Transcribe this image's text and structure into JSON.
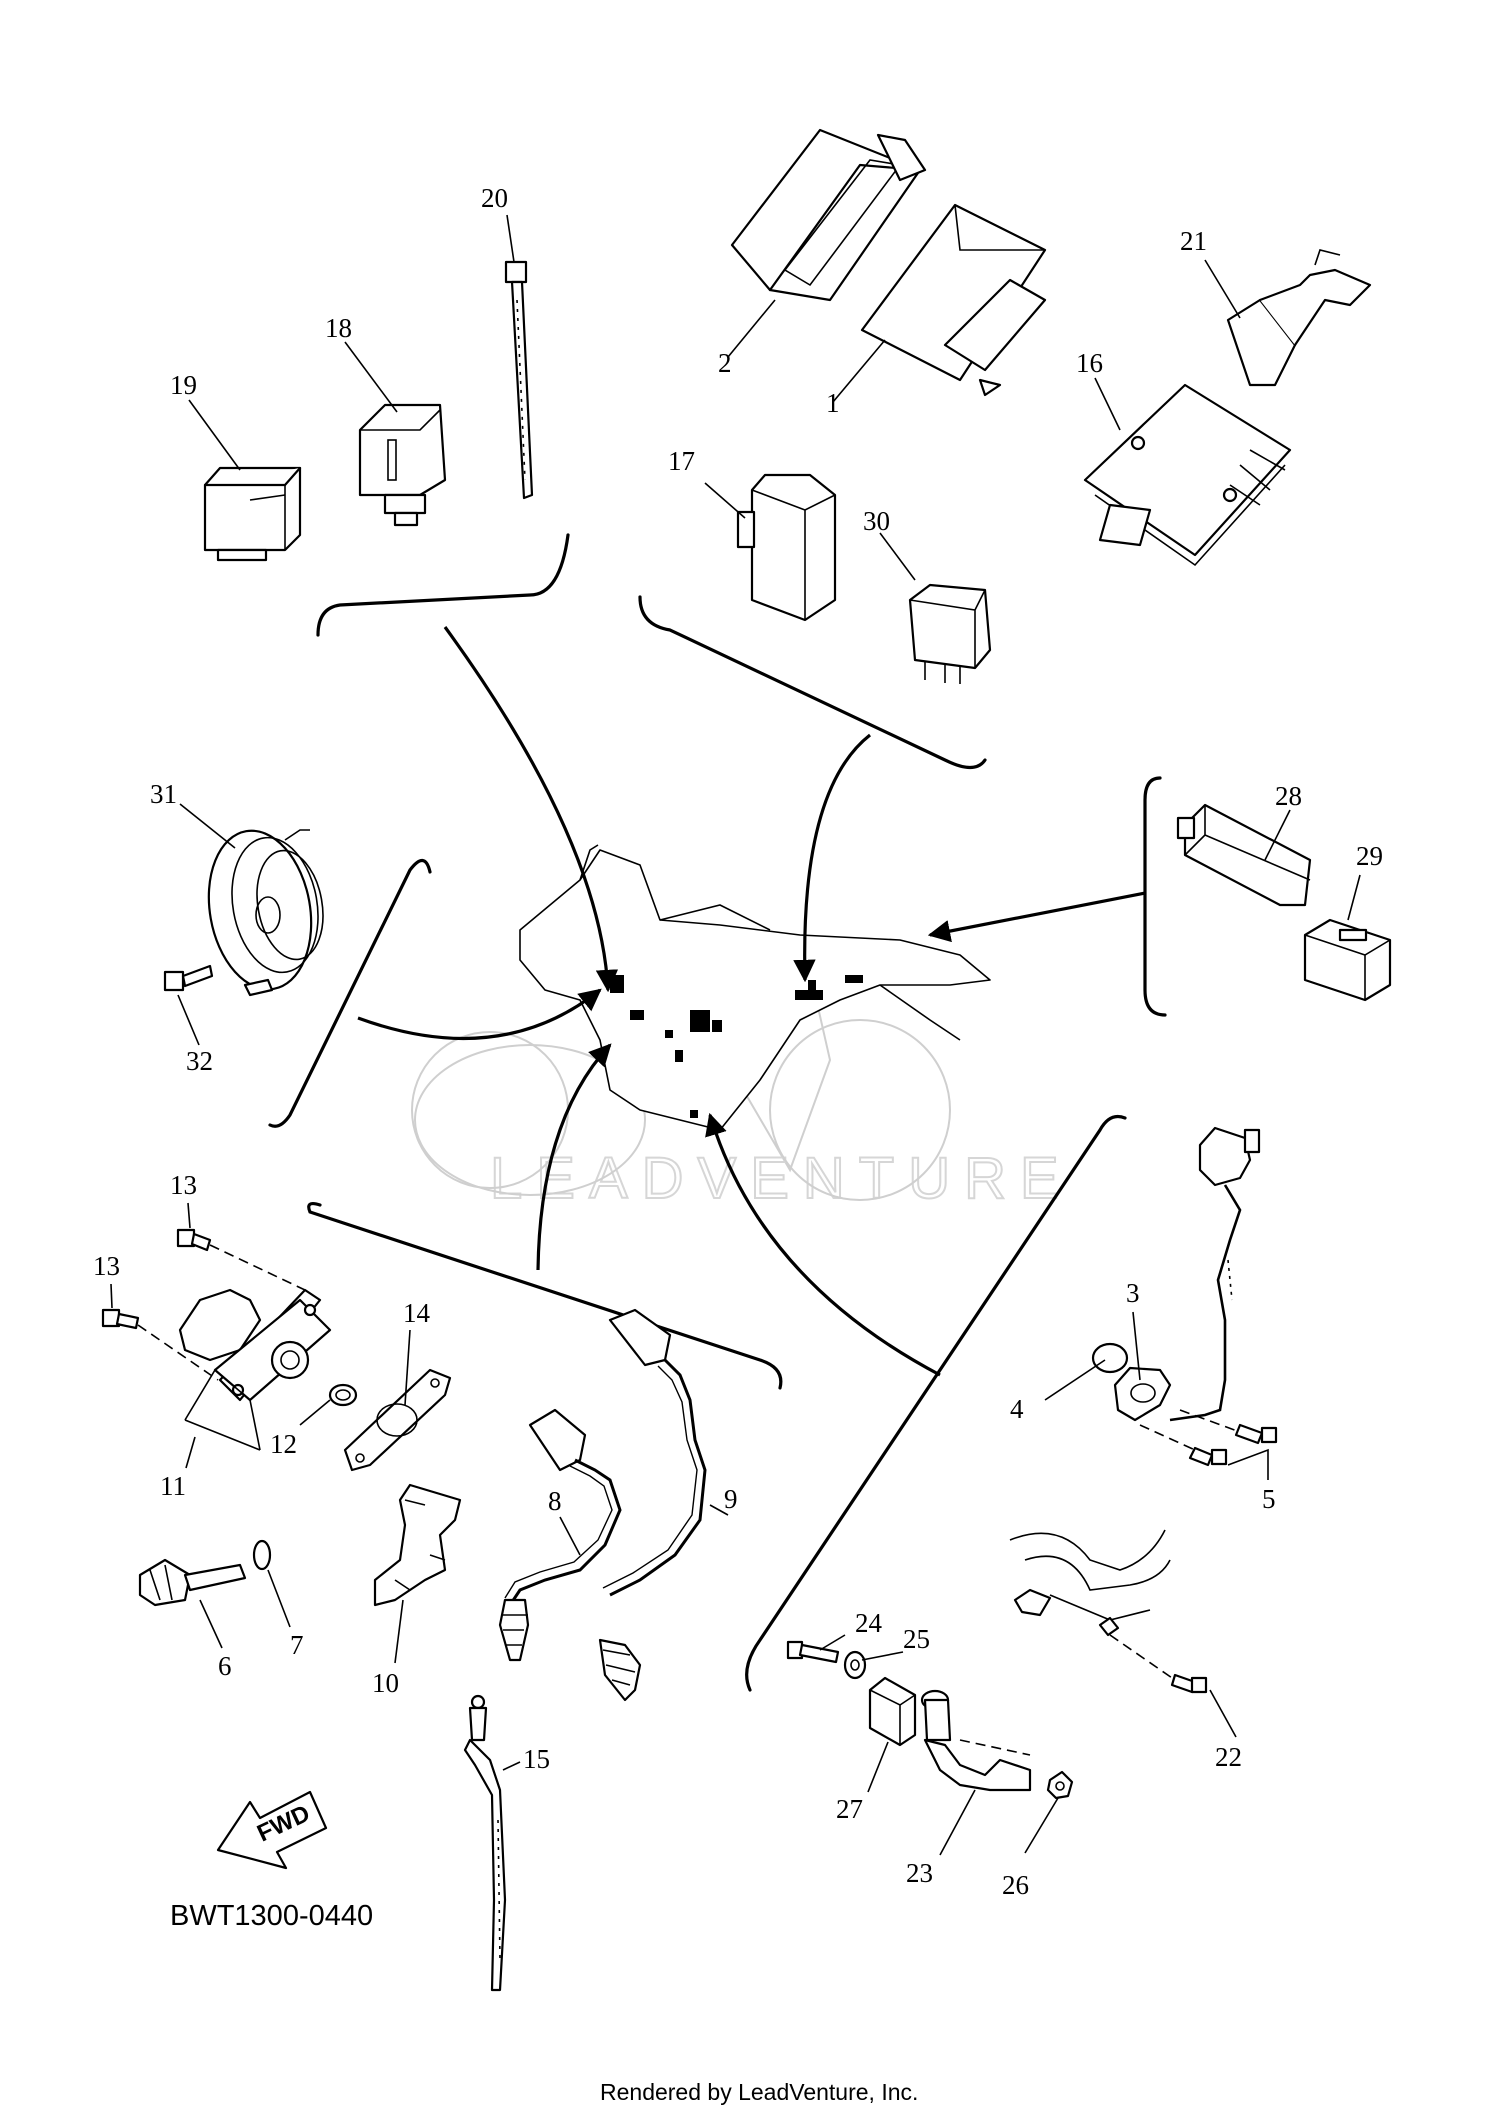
{
  "diagram_code": "BWT1300-0440",
  "footer_text": "Rendered by LeadVenture, Inc.",
  "watermark_text": "LEADVENTURE",
  "fwd_label": "FWD",
  "callouts": [
    "1",
    "2",
    "3",
    "4",
    "5",
    "6",
    "7",
    "8",
    "9",
    "10",
    "11",
    "12",
    "13",
    "13",
    "14",
    "15",
    "16",
    "17",
    "18",
    "19",
    "20",
    "21",
    "22",
    "23",
    "24",
    "25",
    "26",
    "27",
    "28",
    "29",
    "30",
    "31",
    "32"
  ]
}
